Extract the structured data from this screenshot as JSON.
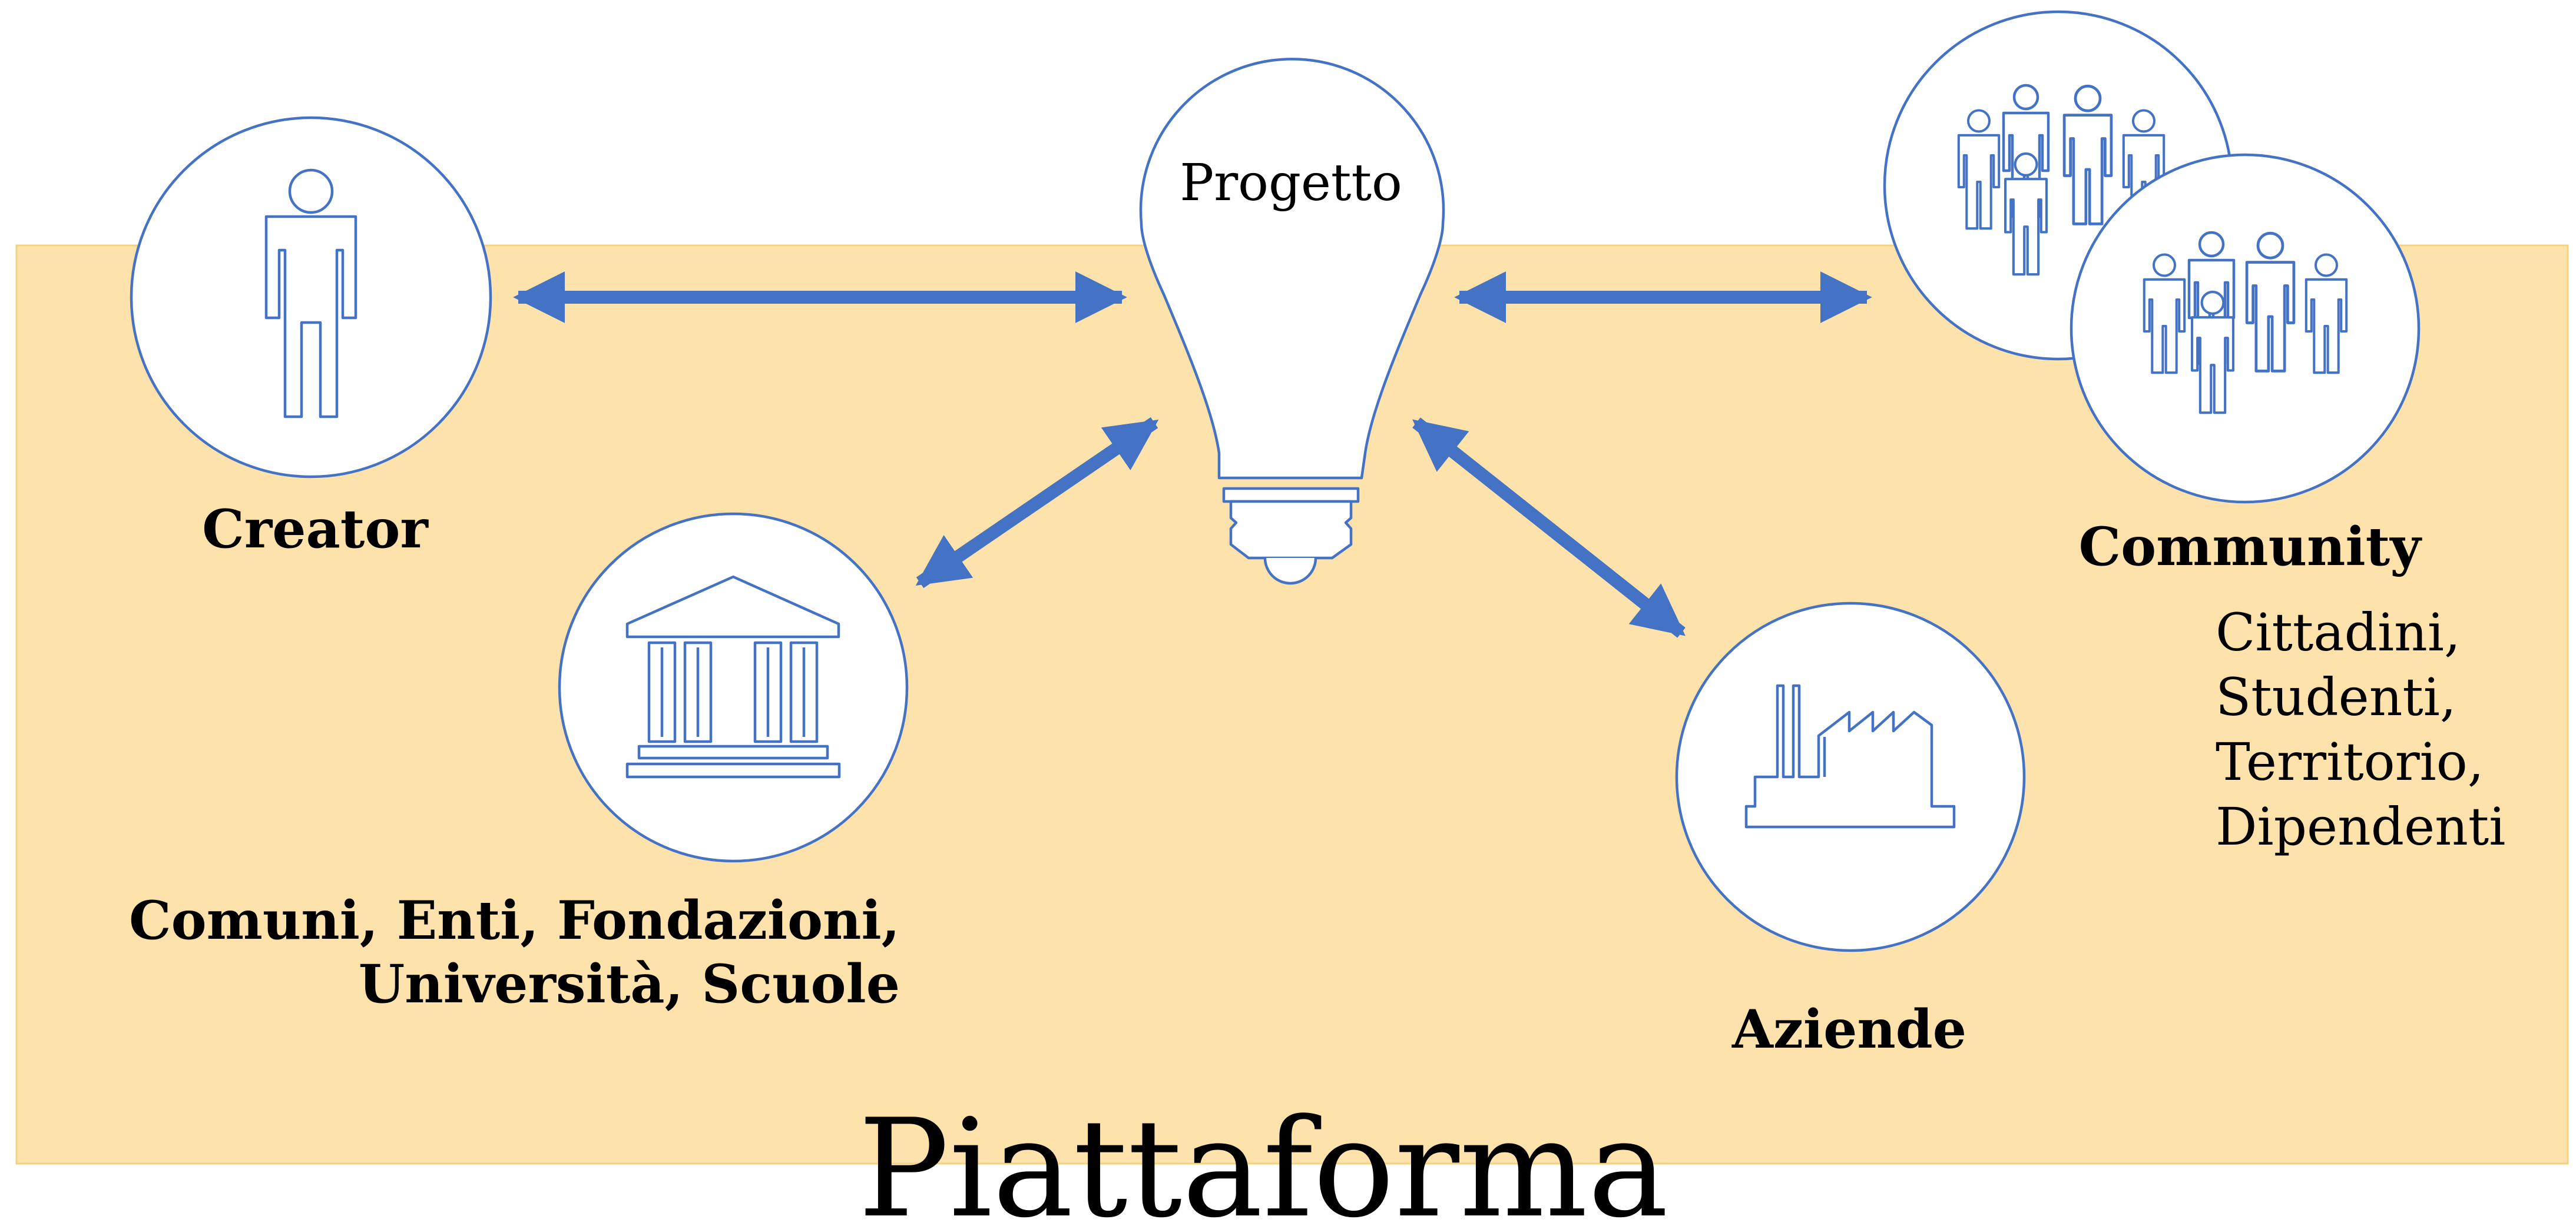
{
  "colors": {
    "platform_fill": "#fde2ac",
    "platform_border": "#f6d27e",
    "accent": "#4472c4",
    "node_fill": "#ffffff",
    "text": "#000000"
  },
  "platform": {
    "label": "Piattaforma"
  },
  "project": {
    "label": "Progetto",
    "icon": "lightbulb-icon"
  },
  "nodes": {
    "creator": {
      "label": "Creator",
      "icon": "person-icon"
    },
    "institutions": {
      "label_line1": "Comuni, Enti, Fondazioni,",
      "label_line2": "Università, Scuole",
      "icon": "institution-building-icon"
    },
    "companies": {
      "label": "Aziende",
      "icon": "factory-icon"
    },
    "community": {
      "label": "Community",
      "icon": "group-of-people-icon",
      "members": [
        "Cittadini,",
        "Studenti,",
        "Territorio,",
        "Dipendenti"
      ]
    }
  },
  "connections": [
    {
      "from": "creator",
      "to": "project",
      "direction": "both"
    },
    {
      "from": "project",
      "to": "community",
      "direction": "both"
    },
    {
      "from": "project",
      "to": "institutions",
      "direction": "both"
    },
    {
      "from": "project",
      "to": "companies",
      "direction": "both"
    }
  ]
}
